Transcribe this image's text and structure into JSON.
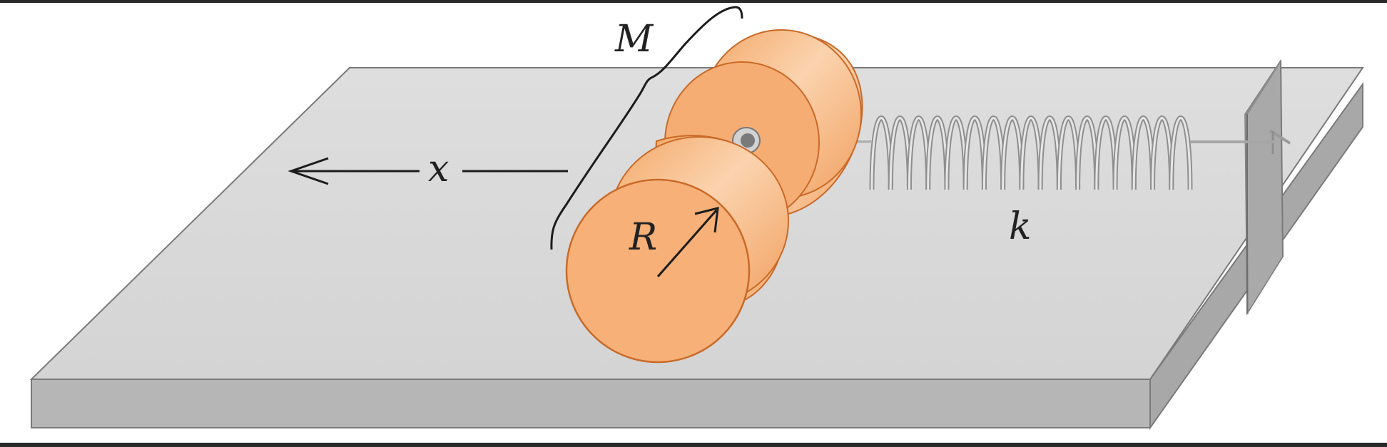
{
  "labels": {
    "mass": "M",
    "radius": "R",
    "spring_constant": "k",
    "displacement": "x"
  },
  "colors": {
    "frame_bar": "#2a2a2a",
    "table_top": "#dcdcdc",
    "table_front": "#b7b7b7",
    "table_side": "#a6a6a6",
    "table_edge": "#777777",
    "cylinder_fill": "#f6b078",
    "cylinder_edge": "#c96a28",
    "cylinder_highlight": "#fbd6b4",
    "spring": "#9a9a9a",
    "axle": "#6f6f6f",
    "wall": "#c0c0c0",
    "ink": "#1c1c1c"
  }
}
